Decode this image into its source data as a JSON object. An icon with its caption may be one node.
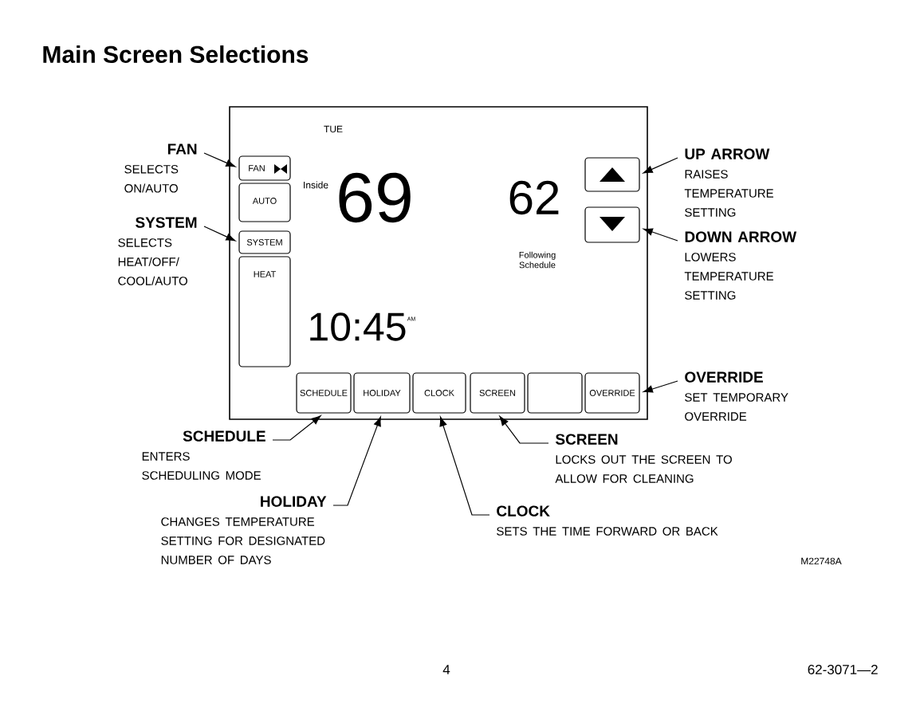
{
  "diagram": {
    "title": "Main Screen Selections",
    "nodes": [
      {
        "text": [
          "TUE",
          "Inside",
          "69",
          "62",
          "Following Schedule",
          "10:45",
          "AM"
        ]
      },
      {
        "text": [
          "FAN"
        ],
        "in": 0
      },
      {
        "text": [
          "AUTO"
        ],
        "in": 0
      },
      {
        "text": [
          "SYSTEM"
        ],
        "in": 0
      },
      {
        "text": [
          "HEAT"
        ],
        "in": 0
      },
      {
        "text": [],
        "shape": "box",
        "in": 0
      },
      {
        "text": [],
        "shape": "box",
        "in": 0
      },
      {
        "text": [
          "SCHEDULE"
        ],
        "in": 0
      },
      {
        "text": [
          "HOLIDAY"
        ],
        "in": 0
      },
      {
        "text": [
          "CLOCK"
        ],
        "in": 0
      },
      {
        "text": [
          "SCREEN"
        ],
        "in": 0
      },
      {
        "text": [],
        "shape": "box",
        "in": 0
      },
      {
        "text": [
          "OVERRIDE"
        ],
        "in": 0
      },
      {
        "text": [
          "FAN",
          "SELECTS ON/AUTO"
        ]
      },
      {
        "text": [
          "SYSTEM",
          "SELECTS HEAT/OFF/ COOL/AUTO"
        ]
      },
      {
        "text": [
          "UP ARROW",
          "RAISES TEMPERATURE SETTING"
        ]
      },
      {
        "text": [
          "DOWN ARROW",
          "LOWERS TEMPERATURE SETTING"
        ]
      },
      {
        "text": [
          "OVERRIDE",
          "SET TEMPORARY OVERRIDE"
        ]
      },
      {
        "text": [
          "SCHEDULE",
          "ENTERS SCHEDULING MODE"
        ]
      },
      {
        "text": [
          "HOLIDAY",
          "CHANGES TEMPERATURE SETTING FOR DESIGNATED NUMBER OF DAYS"
        ]
      },
      {
        "text": [
          "SCREEN",
          "LOCKS OUT THE SCREEN TO ALLOW FOR CLEANING"
        ]
      },
      {
        "text": [
          "CLOCK",
          "SETS THE TIME FORWARD OR BACK"
        ]
      }
    ],
    "edges": [
      {
        "from": 13,
        "to": 1,
        "arrow": "to"
      },
      {
        "from": 14,
        "to": 3,
        "arrow": "to"
      },
      {
        "from": 15,
        "to": 5,
        "arrow": "to"
      },
      {
        "from": 16,
        "to": 6,
        "arrow": "to"
      },
      {
        "from": 17,
        "to": 12,
        "arrow": "to"
      },
      {
        "from": 18,
        "to": 7,
        "arrow": "to"
      },
      {
        "from": 19,
        "to": 8,
        "arrow": "to"
      },
      {
        "from": 20,
        "to": 10,
        "arrow": "to"
      },
      {
        "from": 21,
        "to": 9,
        "arrow": "to"
      }
    ],
    "labels": [
      "M22748A",
      "4",
      "62-3071—2"
    ]
  }
}
